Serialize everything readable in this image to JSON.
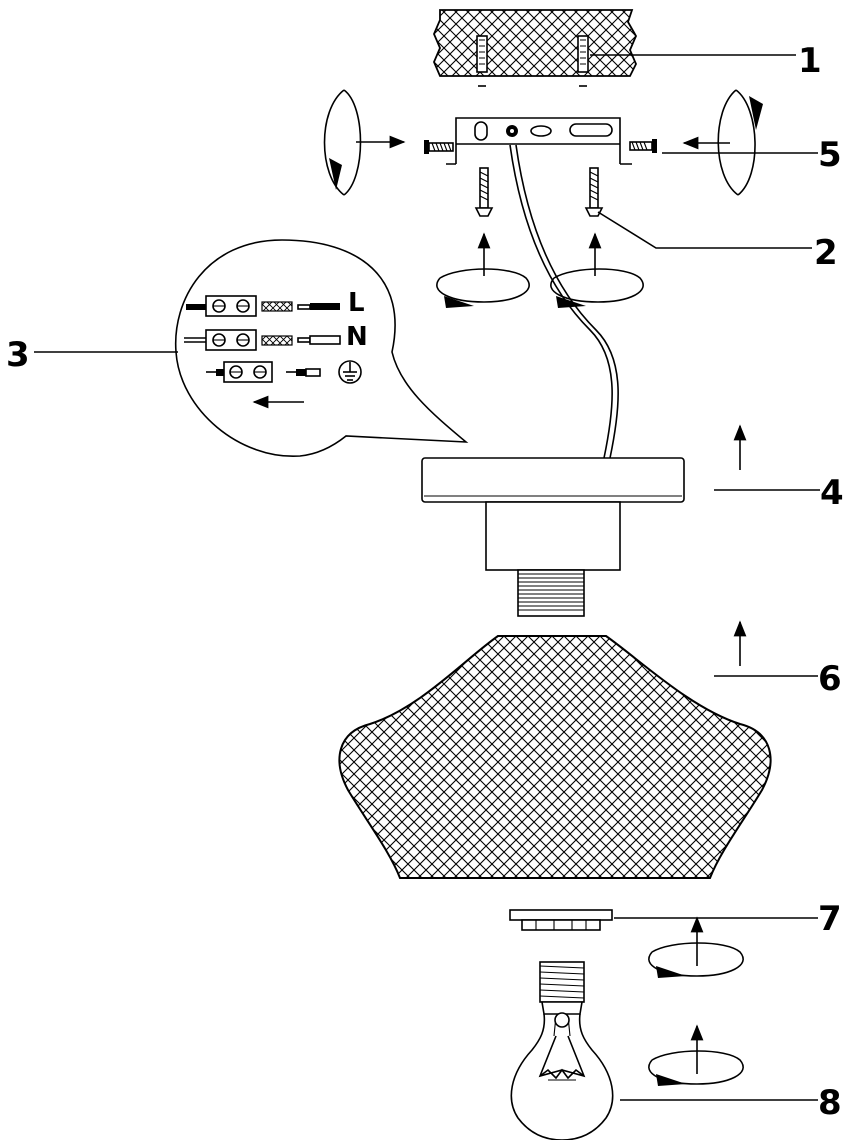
{
  "callouts": [
    {
      "id": "1",
      "label": "1"
    },
    {
      "id": "2",
      "label": "2"
    },
    {
      "id": "3",
      "label": "3"
    },
    {
      "id": "4",
      "label": "4"
    },
    {
      "id": "5",
      "label": "5"
    },
    {
      "id": "6",
      "label": "6"
    },
    {
      "id": "7",
      "label": "7"
    },
    {
      "id": "8",
      "label": "8"
    }
  ],
  "wiring": {
    "live_label": "L",
    "neutral_label": "N",
    "earth_symbol": "earth-ground-icon"
  },
  "colors": {
    "line": "#000000",
    "background": "#ffffff"
  }
}
